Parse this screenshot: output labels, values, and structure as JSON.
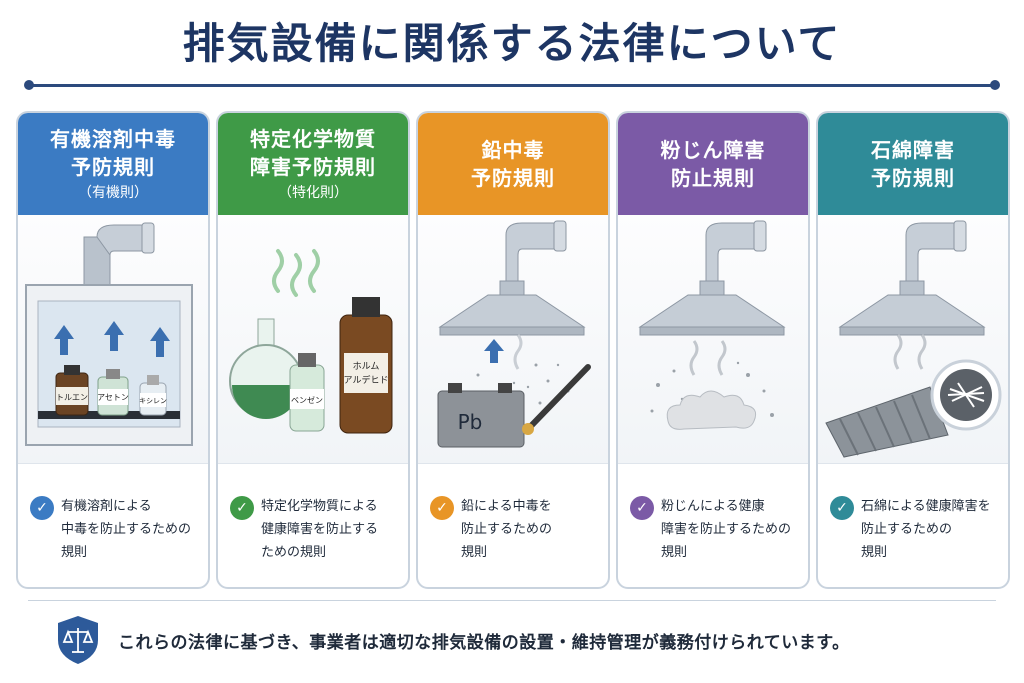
{
  "title": "排気設備に関係する法律について",
  "cards": [
    {
      "color": "#3b7bc3",
      "head_line1": "有機溶剤中毒",
      "head_line2": "予防規則",
      "head_sub": "（有機則）",
      "bottle_labels": [
        "トルエン",
        "アセトン",
        "キシレン"
      ],
      "description": "有機溶剤による\n中毒を防止するための\n規則"
    },
    {
      "color": "#3f9a47",
      "head_line1": "特定化学物質",
      "head_line2": "障害予防規則",
      "head_sub": "（特化則）",
      "bottle_labels": [
        "ベンゼン",
        "ホルム",
        "アルデヒド"
      ],
      "description": "特定化学物質による\n健康障害を防止する\nための規則"
    },
    {
      "color": "#e89526",
      "head_line1": "鉛中毒",
      "head_line2": "予防規則",
      "head_sub": "",
      "item_label": "Pb",
      "description": "鉛による中毒を\n防止するための\n規則"
    },
    {
      "color": "#7b5aa6",
      "head_line1": "粉じん障害",
      "head_line2": "防止規則",
      "head_sub": "",
      "description": "粉じんによる健康\n障害を防止するための\n規則"
    },
    {
      "color": "#2f8b98",
      "head_line1": "石綿障害",
      "head_line2": "予防規則",
      "head_sub": "",
      "description": "石綿による健康障害を\n防止するための\n規則"
    }
  ],
  "footer": {
    "text": "これらの法律に基づき、事業者は適切な排気設備の設置・維持管理が義務付けられています。",
    "shield_color": "#2d5a9a",
    "icon": "scales-of-justice-icon"
  }
}
